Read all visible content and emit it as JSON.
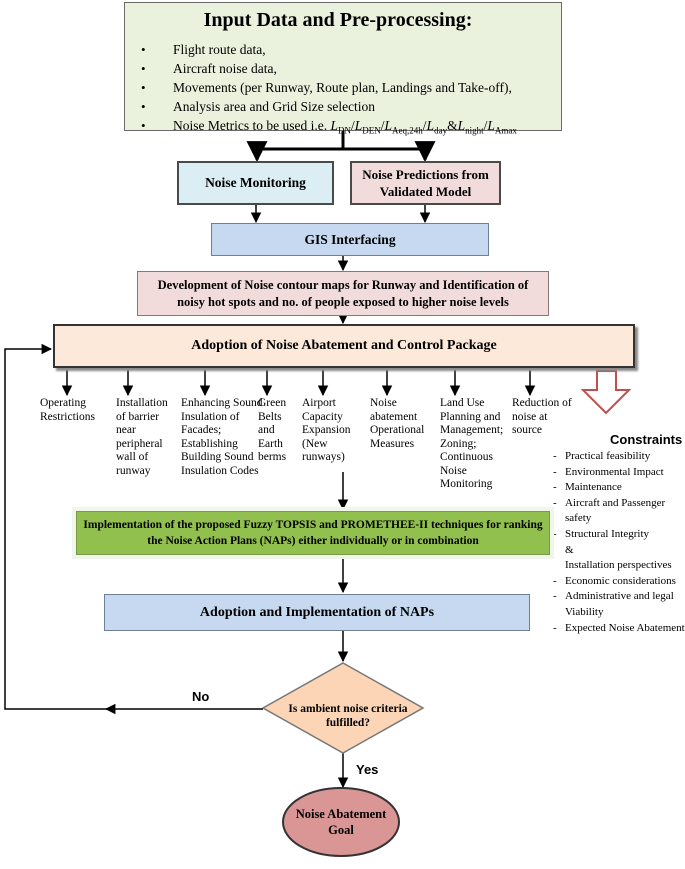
{
  "colors": {
    "input_fill": "#eaf1dd",
    "monitoring_fill": "#daeef3",
    "prediction_fill": "#f2dcdb",
    "gis_fill": "#c6d9f1",
    "adoption_fill": "#fde9d9",
    "fuzzy_fill": "#92c04f",
    "decision_fill": "#fbd5b5",
    "goal_fill": "#d99694"
  },
  "input": {
    "title": "Input Data and Pre-processing:",
    "items": [
      "Flight route data,",
      "Aircraft noise data,",
      "Movements (per Runway, Route plan, Landings and Take-off),",
      "Analysis area and Grid Size selection"
    ],
    "metrics": {
      "prefix": "Noise Metrics to be used i.e. ",
      "L": "L",
      "dn": "DN",
      "den": "DEN",
      "aeq": "Aeq,24h",
      "day": "day",
      "night": "night",
      "amax": "Amax",
      "slash": "/",
      "amp": "&"
    }
  },
  "monitoring": "Noise Monitoring",
  "predictions": "Noise Predictions from Validated Model",
  "gis": "GIS Interfacing",
  "contour": "Development of Noise contour maps for Runway and Identification of noisy hot spots and no. of people exposed to higher noise levels",
  "adoption": "Adoption of Noise Abatement and Control Package",
  "options": [
    "Operating Restrictions",
    "Installation of barrier near peripheral wall of runway",
    "Enhancing Sound Insulation of Facades; Establishing Building Sound Insulation Codes",
    "Green Belts and Earth berms",
    "Airport Capacity Expansion (New runways)",
    "Noise abatement Operational Measures",
    "Land Use Planning and Management; Zoning; Continuous Noise Monitoring",
    "Reduction of noise at source"
  ],
  "constraints": {
    "title": "Constraints",
    "items": [
      "Practical feasibility",
      " Environmental Impact",
      "Maintenance",
      "Aircraft and Passenger safety",
      "Structural Integrity",
      "&",
      "Installation perspectives",
      "Economic considerations",
      "Administrative and legal Viability",
      "Expected Noise Abatement"
    ]
  },
  "fuzzy": "Implementation of the proposed Fuzzy TOPSIS and PROMETHEE-II techniques for ranking the Noise Action Plans (NAPs) either individually or in combination",
  "adopt_naps": "Adoption and Implementation of NAPs",
  "decision": "Is ambient noise criteria fulfilled?",
  "no_label": "No",
  "yes_label": "Yes",
  "goal": "Noise Abatement Goal"
}
